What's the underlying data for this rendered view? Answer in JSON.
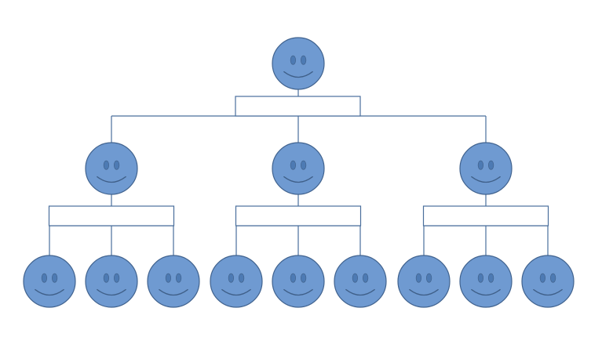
{
  "colors": {
    "face_fill": "#6f9ad1",
    "face_stroke": "#41638f",
    "line": "#4a6f9c",
    "box_fill": "#ffffff"
  },
  "diagram": {
    "type": "org-chart",
    "icon": "smiley-face-icon",
    "root": {
      "label": ""
    },
    "managers": [
      {
        "label": "",
        "reports": 3
      },
      {
        "label": "",
        "reports": 3
      },
      {
        "label": "",
        "reports": 3
      }
    ]
  }
}
